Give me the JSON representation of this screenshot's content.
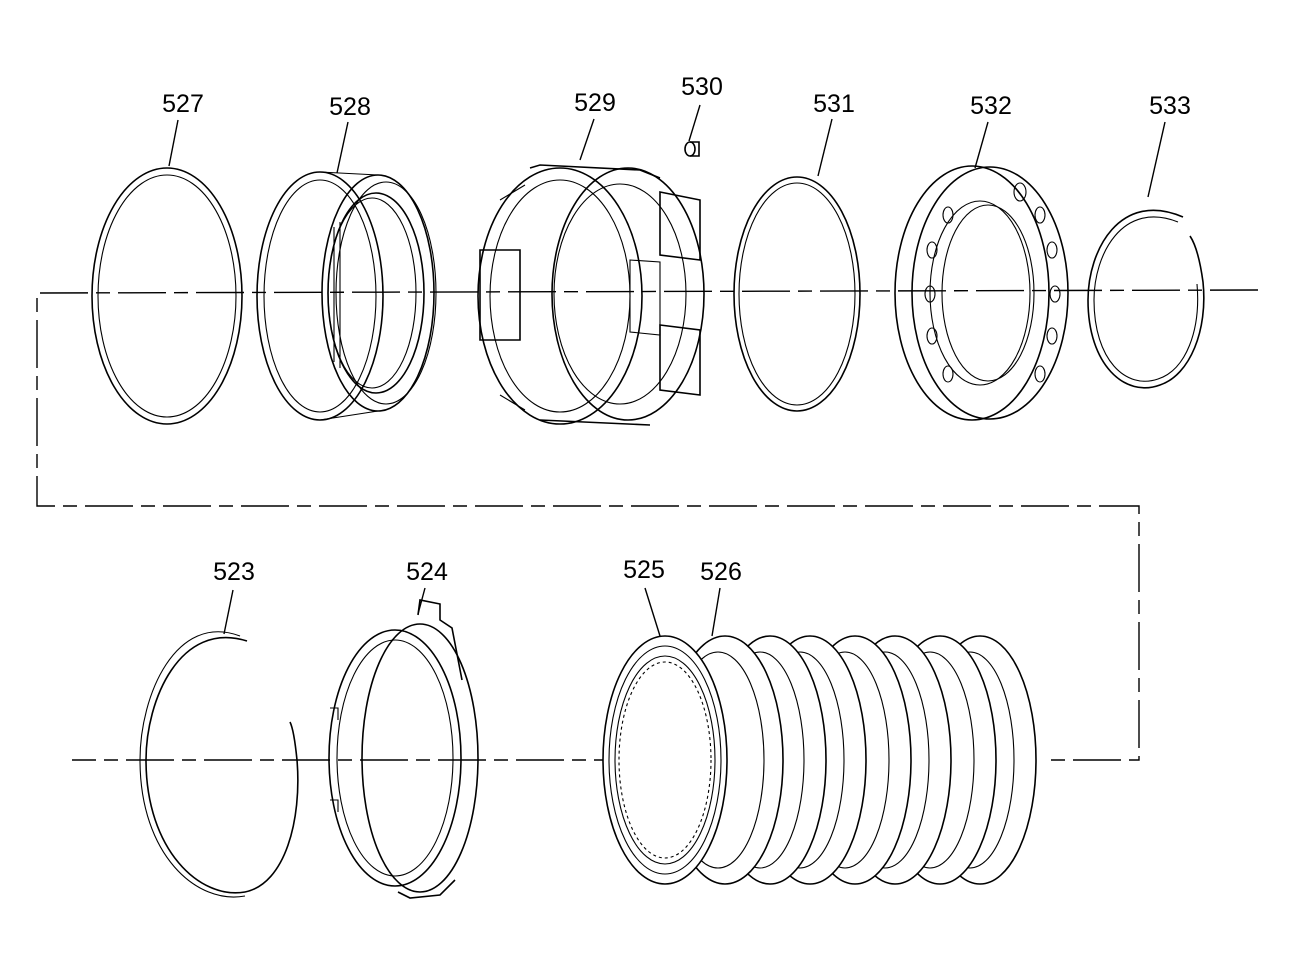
{
  "callouts": {
    "p523": "523",
    "p524": "524",
    "p525": "525",
    "p526": "526",
    "p527": "527",
    "p528": "528",
    "p529": "529",
    "p530": "530",
    "p531": "531",
    "p532": "532",
    "p533": "533"
  }
}
